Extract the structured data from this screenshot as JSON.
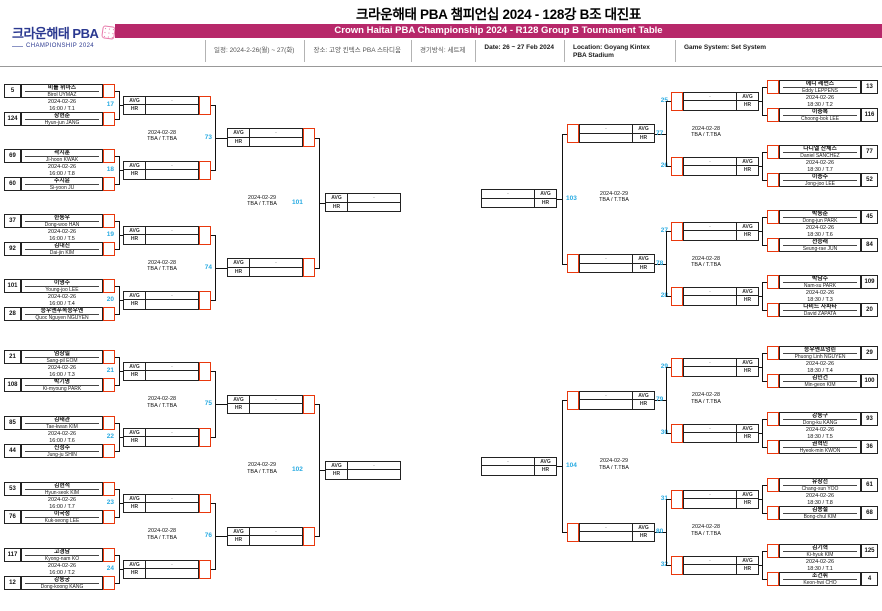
{
  "header": {
    "title": "크라운해태 PBA 챔피언십 2024 - 128강 B조 대진표",
    "subtitle": "Crown Haitai PBA Championship 2024 - R128 Group B Tournament Table",
    "logo": {
      "name": "크라운해태 PBA",
      "sub": "CHAMPIONSHIP 2024"
    },
    "info": [
      "일정: 2024-2-26(월) ~ 27(화)",
      "장소: 고양 킨텍스 PBA 스타디움",
      "경기방식: 세트제",
      "Date: 26 ~ 27 Feb 2024",
      "Location: Goyang Kintex PBA Stadium",
      "Game System: Set System"
    ]
  },
  "labels": {
    "avg": "AVG",
    "hr": "HR",
    "pending": "-"
  },
  "colors": {
    "banner": "#b7286a",
    "match_number": "#29abe2",
    "advance_stub": "#e8380d",
    "logo_navy": "#2b3990"
  },
  "bracket": {
    "left": {
      "r128": [
        {
          "no": "17",
          "date": "2024-02-26",
          "time": "16:00 / T.1",
          "p1": {
            "seed": "5",
            "ko": "비롤 위마즈",
            "en": "Birol UYMAZ"
          },
          "p2": {
            "seed": "124",
            "ko": "장현준",
            "en": "Hyun-jun JANG"
          }
        },
        {
          "no": "18",
          "date": "2024-02-26",
          "time": "16:00 / T.8",
          "p1": {
            "seed": "69",
            "ko": "곽지훈",
            "en": "Ji-hoon KWAK"
          },
          "p2": {
            "seed": "60",
            "ko": "주시윤",
            "en": "Si-yoon JU"
          }
        },
        {
          "no": "19",
          "date": "2024-02-26",
          "time": "16:00 / T.5",
          "p1": {
            "seed": "37",
            "ko": "한동우",
            "en": "Dong-woo HAN"
          },
          "p2": {
            "seed": "92",
            "ko": "김대진",
            "en": "Dai-jin KIM"
          }
        },
        {
          "no": "20",
          "date": "2024-02-26",
          "time": "16:00 / T.4",
          "p1": {
            "seed": "101",
            "ko": "이영주",
            "en": "Young-joo LEE"
          },
          "p2": {
            "seed": "28",
            "ko": "응우옌푸옥응우옌",
            "en": "Quoc Nguyen NGUYEN"
          }
        },
        {
          "no": "21",
          "date": "2024-02-26",
          "time": "16:00 / T.3",
          "p1": {
            "seed": "21",
            "ko": "엄상필",
            "en": "Sang-pil EOM"
          },
          "p2": {
            "seed": "108",
            "ko": "박기명",
            "en": "Ki-myoung PARK"
          }
        },
        {
          "no": "22",
          "date": "2024-02-26",
          "time": "16:00 / T.6",
          "p1": {
            "seed": "85",
            "ko": "김태관",
            "en": "Tae-kwan KIM"
          },
          "p2": {
            "seed": "44",
            "ko": "신정주",
            "en": "Jung-ju SHIN"
          }
        },
        {
          "no": "23",
          "date": "2024-02-26",
          "time": "16:00 / T.7",
          "p1": {
            "seed": "53",
            "ko": "김현석",
            "en": "Hyun-seok KIM"
          },
          "p2": {
            "seed": "76",
            "ko": "이국성",
            "en": "Kuk-seong LEE"
          }
        },
        {
          "no": "24",
          "date": "2024-02-26",
          "time": "16:00 / T.2",
          "p1": {
            "seed": "117",
            "ko": "고경남",
            "en": "Kyong-nam KO"
          },
          "p2": {
            "seed": "12",
            "ko": "강동궁",
            "en": "Dong-koong KANG"
          }
        }
      ],
      "r64": [
        {
          "no": "73",
          "date": "2024-02-28",
          "time": "TBA / T.TBA"
        },
        {
          "no": "74",
          "date": "2024-02-28",
          "time": "TBA / T.TBA"
        },
        {
          "no": "75",
          "date": "2024-02-28",
          "time": "TBA / T.TBA"
        },
        {
          "no": "76",
          "date": "2024-02-28",
          "time": "TBA / T.TBA"
        }
      ],
      "r32": [
        {
          "no": "101",
          "date": "2024-02-29",
          "time": "TBA / T.TBA"
        },
        {
          "no": "102",
          "date": "2024-02-29",
          "time": "TBA / T.TBA"
        }
      ]
    },
    "right": {
      "r128": [
        {
          "no": "25",
          "date": "2024-02-26",
          "time": "18:30 / T.2",
          "p1": {
            "seed": "13",
            "ko": "에디 레펀스",
            "en": "Eddy LEPPENS"
          },
          "p2": {
            "seed": "116",
            "ko": "이충복",
            "en": "Choong-bok LEE"
          }
        },
        {
          "no": "26",
          "date": "2024-02-26",
          "time": "18:30 / T.7",
          "p1": {
            "seed": "77",
            "ko": "다니엘 산체스",
            "en": "Daniel SANCHEZ"
          },
          "p2": {
            "seed": "52",
            "ko": "이종주",
            "en": "Jong-joo LEE"
          }
        },
        {
          "no": "27",
          "date": "2024-02-26",
          "time": "18:30 / T.6",
          "p1": {
            "seed": "45",
            "ko": "박동준",
            "en": "Dong-jun PARK"
          },
          "p2": {
            "seed": "84",
            "ko": "전승래",
            "en": "Seung-rae JUN"
          }
        },
        {
          "no": "28",
          "date": "2024-02-26",
          "time": "18:30 / T.3",
          "p1": {
            "seed": "109",
            "ko": "박남수",
            "en": "Nam-su PARK"
          },
          "p2": {
            "seed": "20",
            "ko": "다비드 사파타",
            "en": "David ZAPATA"
          }
        },
        {
          "no": "29",
          "date": "2024-02-26",
          "time": "18:30 / T.4",
          "p1": {
            "seed": "29",
            "ko": "응우옌프엉린",
            "en": "Phuong Linh NGUYEN"
          },
          "p2": {
            "seed": "100",
            "ko": "김민건",
            "en": "Min-geon KIM"
          }
        },
        {
          "no": "30",
          "date": "2024-02-26",
          "time": "18:30 / T.5",
          "p1": {
            "seed": "93",
            "ko": "강동구",
            "en": "Dong-ku KANG"
          },
          "p2": {
            "seed": "36",
            "ko": "권혁민",
            "en": "Hyeok-min KWON"
          }
        },
        {
          "no": "31",
          "date": "2024-02-26",
          "time": "18:30 / T.8",
          "p1": {
            "seed": "61",
            "ko": "유창선",
            "en": "Chang-sun YOO"
          },
          "p2": {
            "seed": "68",
            "ko": "김봉철",
            "en": "Bong-chul KIM"
          }
        },
        {
          "no": "32",
          "date": "2024-02-26",
          "time": "18:30 / T.1",
          "p1": {
            "seed": "125",
            "ko": "김기혁",
            "en": "Ki-hyuk KIM"
          },
          "p2": {
            "seed": "4",
            "ko": "조건휘",
            "en": "Keon-hwi CHO"
          }
        }
      ],
      "r64": [
        {
          "no": "77",
          "date": "2024-02-28",
          "time": "TBA / T.TBA"
        },
        {
          "no": "78",
          "date": "2024-02-28",
          "time": "TBA / T.TBA"
        },
        {
          "no": "79",
          "date": "2024-02-28",
          "time": "TBA / T.TBA"
        },
        {
          "no": "80",
          "date": "2024-02-28",
          "time": "TBA / T.TBA"
        }
      ],
      "r32": [
        {
          "no": "103",
          "date": "2024-02-29",
          "time": "TBA / T.TBA"
        },
        {
          "no": "104",
          "date": "2024-02-29",
          "time": "TBA / T.TBA"
        }
      ]
    }
  }
}
